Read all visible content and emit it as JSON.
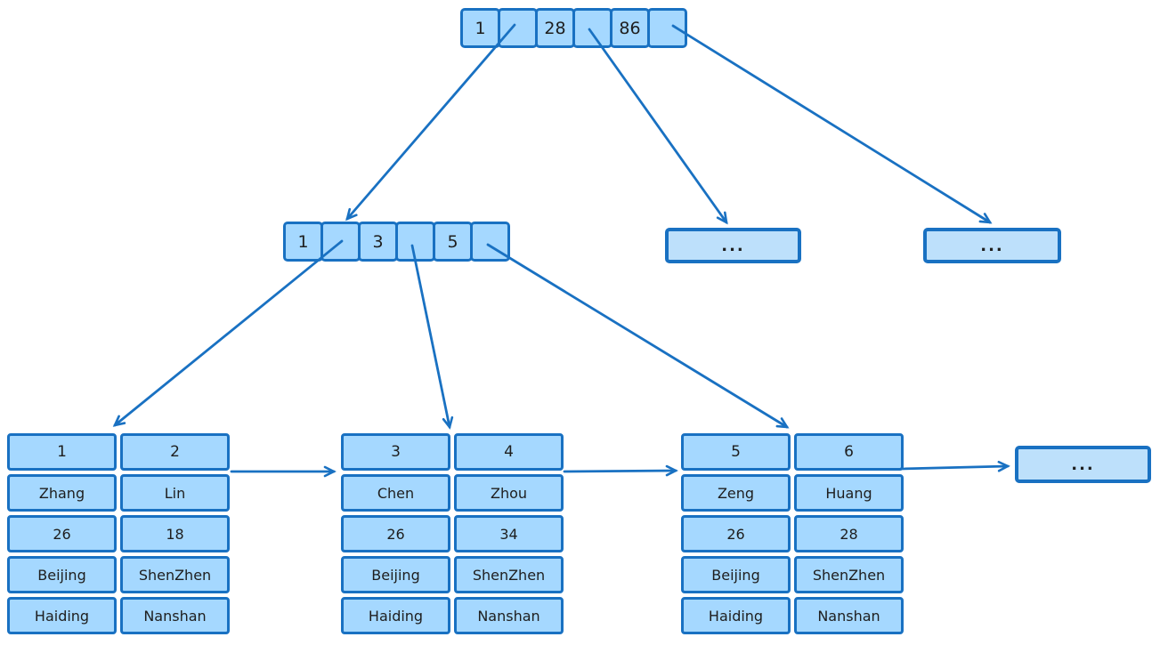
{
  "diagram": {
    "title": "b-plus-tree-index",
    "colors": {
      "stroke": "#1971c2",
      "fill": "#a5d8ff",
      "fill_light": "#bde0fb",
      "text": "#1e1e1e"
    },
    "root_node": {
      "cells": [
        "1",
        "",
        "28",
        "",
        "86",
        ""
      ]
    },
    "internal_node": {
      "cells": [
        "1",
        "",
        "3",
        "",
        "5",
        ""
      ]
    },
    "more_nodes": {
      "internal_1": "...",
      "internal_2": "...",
      "leaf": "..."
    },
    "leaf_tables": [
      {
        "rows": [
          [
            "1",
            "2"
          ],
          [
            "Zhang",
            "Lin"
          ],
          [
            "26",
            "18"
          ],
          [
            "Beijing",
            "ShenZhen"
          ],
          [
            "Haiding",
            "Nanshan"
          ]
        ]
      },
      {
        "rows": [
          [
            "3",
            "4"
          ],
          [
            "Chen",
            "Zhou"
          ],
          [
            "26",
            "34"
          ],
          [
            "Beijing",
            "ShenZhen"
          ],
          [
            "Haiding",
            "Nanshan"
          ]
        ]
      },
      {
        "rows": [
          [
            "5",
            "6"
          ],
          [
            "Zeng",
            "Huang"
          ],
          [
            "26",
            "28"
          ],
          [
            "Beijing",
            "ShenZhen"
          ],
          [
            "Haiding",
            "Nanshan"
          ]
        ]
      }
    ]
  }
}
